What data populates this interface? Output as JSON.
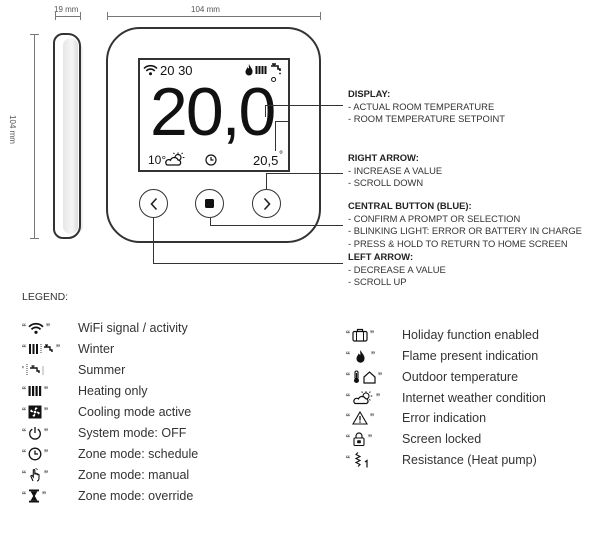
{
  "dimensions": {
    "depth": "19 mm",
    "width": "104 mm",
    "height": "104 mm"
  },
  "display": {
    "wifi_icon": "wifi-icon",
    "time": "20 30",
    "main_temp": "20,0",
    "degree": "°",
    "outdoor_temp": "10°",
    "setpoint": "20,5",
    "setpoint_degree": "°"
  },
  "callouts": [
    {
      "title": "DISPLAY:",
      "lines": [
        "- ACTUAL ROOM TEMPERATURE",
        "- ROOM TEMPERATURE SETPOINT"
      ]
    },
    {
      "title": "RIGHT ARROW:",
      "lines": [
        "- INCREASE A VALUE",
        "- SCROLL DOWN"
      ]
    },
    {
      "title": "CENTRAL BUTTON (BLUE):",
      "lines": [
        "- CONFIRM A PROMPT OR SELECTION",
        "- BLINKING LIGHT: ERROR OR BATTERY IN CHARGE",
        "- PRESS & HOLD TO RETURN TO HOME SCREEN"
      ]
    },
    {
      "title": "LEFT ARROW:",
      "lines": [
        "- DECREASE A VALUE",
        "- SCROLL UP"
      ]
    }
  ],
  "legend": {
    "title": "LEGEND:",
    "left": [
      {
        "icon": "wifi-icon",
        "label": "WiFi signal / activity"
      },
      {
        "icon": "winter-icon",
        "label": "Winter"
      },
      {
        "icon": "summer-icon",
        "label": "Summer"
      },
      {
        "icon": "radiator-icon",
        "label": "Heating only"
      },
      {
        "icon": "fan-icon",
        "label": "Cooling mode active"
      },
      {
        "icon": "power-icon",
        "label": "System mode: OFF"
      },
      {
        "icon": "clock-icon",
        "label": "Zone mode: schedule"
      },
      {
        "icon": "hand-icon",
        "label": "Zone mode: manual"
      },
      {
        "icon": "hourglass-icon",
        "label": "Zone mode: override"
      }
    ],
    "right": [
      {
        "icon": "suitcase-icon",
        "label": "Holiday function enabled"
      },
      {
        "icon": "flame-icon",
        "label": "Flame present indication"
      },
      {
        "icon": "outdoor-temp-icon",
        "label": "Outdoor temperature"
      },
      {
        "icon": "weather-icon",
        "label": "Internet weather condition"
      },
      {
        "icon": "warning-icon",
        "label": "Error indication"
      },
      {
        "icon": "lock-icon",
        "label": "Screen locked"
      },
      {
        "icon": "heat-pump-icon",
        "label": "Resistance (Heat pump)"
      }
    ]
  }
}
